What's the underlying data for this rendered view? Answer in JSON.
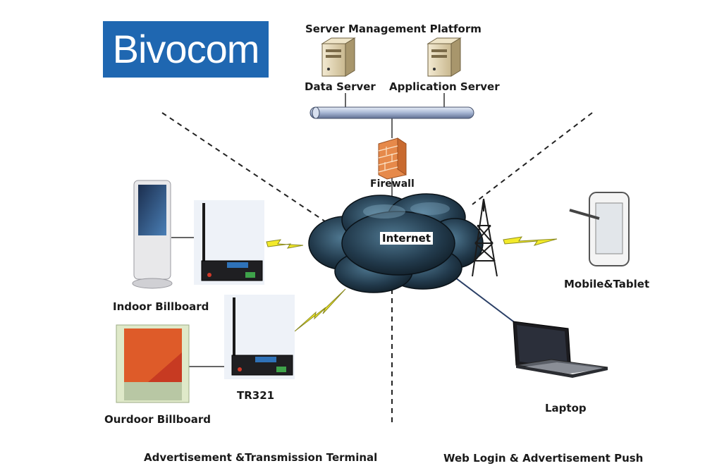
{
  "logo": {
    "text": "Bivocom",
    "color": "#1f67b1"
  },
  "labels": {
    "platform": "Server Management Platform",
    "data_server": "Data Server",
    "app_server": "Application Server",
    "firewall": "Firewall",
    "internet": "Internet",
    "indoor": "Indoor Billboard",
    "outdoor": "Ourdoor Billboard",
    "router_model": "TR321",
    "mobile": "Mobile&Tablet",
    "laptop": "Laptop",
    "terminal_caption": "Advertisement &Transmission Terminal",
    "push_caption": "Web Login & Advertisement Push"
  },
  "icons": [
    "server-icon",
    "firewall-icon",
    "cloud-icon",
    "cell-tower-icon",
    "tablet-icon",
    "laptop-icon",
    "router-icon",
    "kiosk-icon",
    "billboard-icon",
    "lightning-icon"
  ]
}
